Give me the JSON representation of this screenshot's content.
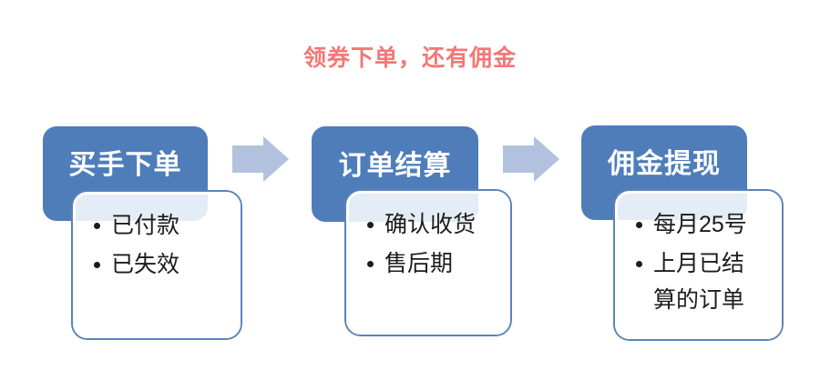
{
  "title": "领券下单，还有佣金",
  "colors": {
    "title_red": "#f57676",
    "header_box_blue": "#4e7dba",
    "sub_box_outline_blue": "#5b84b8",
    "sub_box_fill": "rgba(255,255,255,0.85)",
    "arrow_light_blue": "#b2c1dd",
    "bullet_text": "#1c1c1c"
  },
  "steps": [
    {
      "header": "买手下单",
      "bullets": [
        "已付款",
        "已失效"
      ]
    },
    {
      "header": "订单结算",
      "bullets": [
        "确认收货",
        "售后期"
      ]
    },
    {
      "header": "佣金提现",
      "bullets": [
        "每月25号",
        "上月已结算的订单"
      ]
    }
  ],
  "icons": [
    "right-arrow-icon",
    "right-arrow-icon"
  ]
}
